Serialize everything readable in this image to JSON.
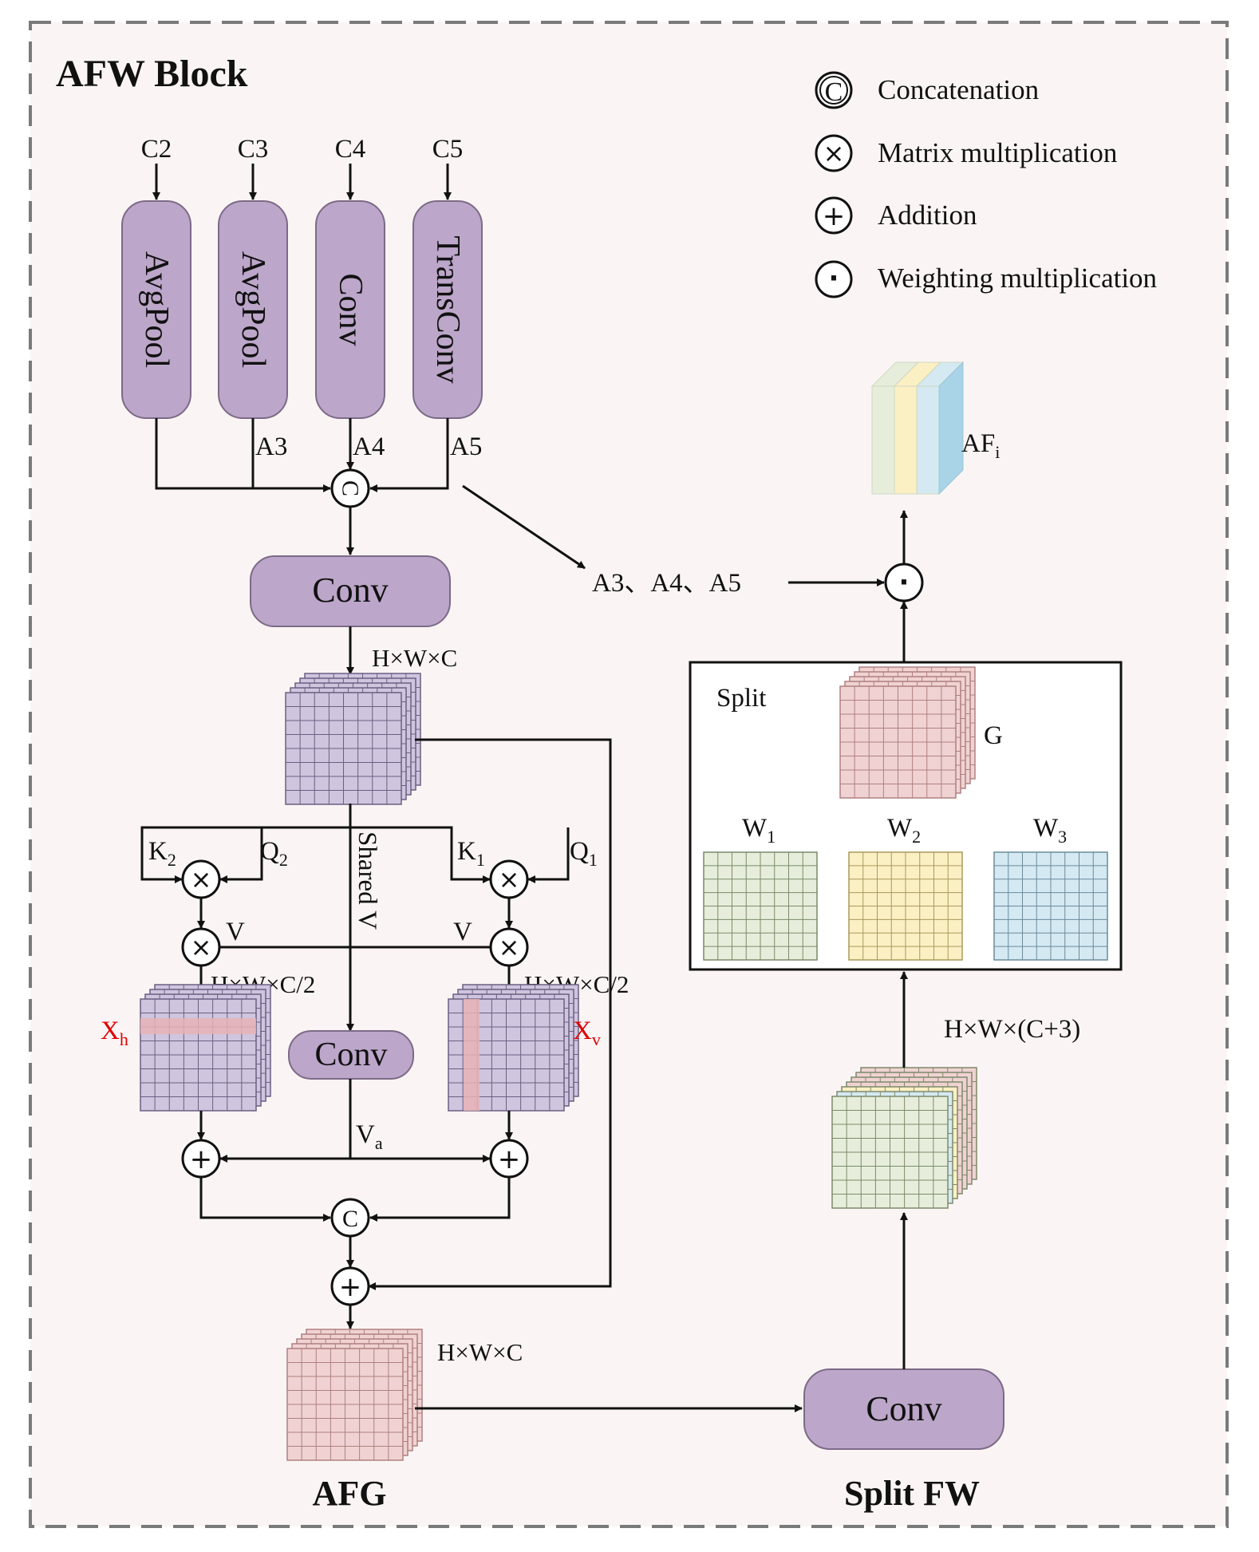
{
  "title": "AFW Block",
  "legend": [
    {
      "symbol": "C",
      "label": "Concatenation"
    },
    {
      "symbol": "×",
      "label": "Matrix multiplication"
    },
    {
      "symbol": "+",
      "label": "Addition"
    },
    {
      "symbol": "·",
      "label": "Weighting multiplication"
    }
  ],
  "inputs": [
    "C2",
    "C3",
    "C4",
    "C5"
  ],
  "branches": [
    "AvgPool",
    "AvgPool",
    "Conv",
    "TransConv"
  ],
  "branch_outputs": [
    "A3",
    "A4",
    "A5"
  ],
  "concat_symbol": "C",
  "conv_label": "Conv",
  "dims": {
    "hwc": "H×W×C",
    "hwc2": "H×W×C/2",
    "hwc3": "H×W×(C+3)"
  },
  "attention": {
    "k2": "K",
    "k2_sub": "2",
    "q2": "Q",
    "q2_sub": "2",
    "k1": "K",
    "k1_sub": "1",
    "q1": "Q",
    "q1_sub": "1",
    "v": "V",
    "shared_v": "Shared V",
    "va": "V",
    "va_sub": "a",
    "xh": "X",
    "xh_sub": "h",
    "xv": "X",
    "xv_sub": "v",
    "mult_symbol": "×",
    "add_symbol": "+"
  },
  "weights_text": "A3、A4、A5",
  "weight_symbol": "·",
  "output": {
    "label": "AF",
    "sub": "i"
  },
  "split": {
    "title": "Split",
    "g": "G",
    "w": [
      {
        "label": "W",
        "sub": "1"
      },
      {
        "label": "W",
        "sub": "2"
      },
      {
        "label": "W",
        "sub": "3"
      }
    ]
  },
  "section_labels": {
    "afg": "AFG",
    "split_fw": "Split FW"
  },
  "colors": {
    "frame": "#7a7a7a",
    "background": "#faf5f4",
    "module": "#bca6c9",
    "purple_grid": "#cfc5de",
    "pink_grid": "#f0d2d2",
    "green_grid": "#e6eedb",
    "yellow_grid": "#fbefc4",
    "blue_grid": "#d5e9f2",
    "highlight_red": "#e00000"
  }
}
